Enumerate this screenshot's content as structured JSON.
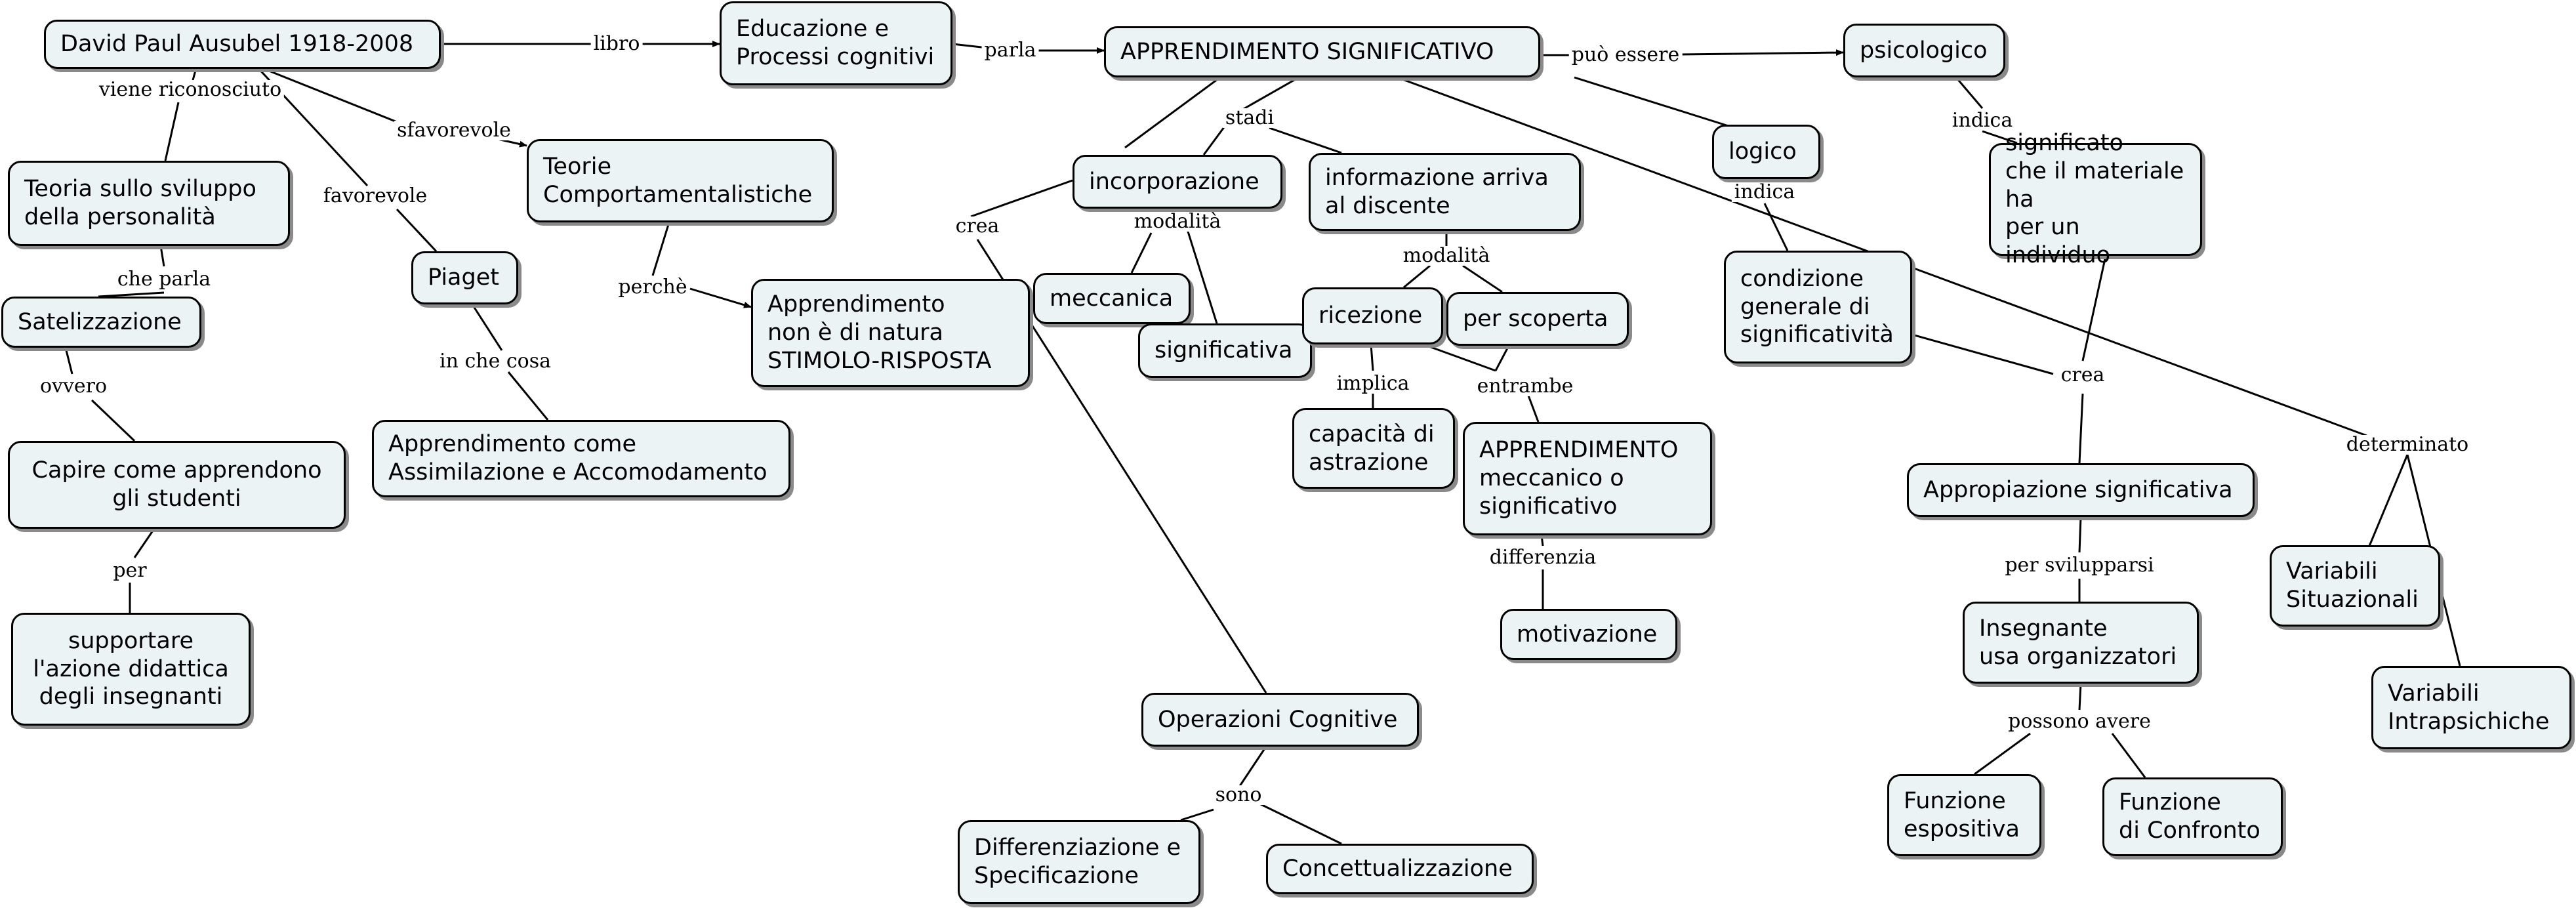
{
  "concepts": {
    "ausubel": "David Paul Ausubel 1918-2008",
    "educazione": "Educazione e\nProcessi cognitivi",
    "appr_sign": "APPRENDIMENTO SIGNIFICATIVO",
    "psicologico": "psicologico",
    "logico": "logico",
    "significato": "significato\nche il materiale ha\nper un individuo",
    "condizione": "condizione\ngenerale di\nsignificatività",
    "teoria_sviluppo": "Teoria sullo sviluppo\ndella personalità",
    "teorie_comp": "Teorie\nComportamentalistiche",
    "piaget": "Piaget",
    "satelizzazione": "Satelizzazione",
    "capire": "Capire come apprendono\ngli studenti",
    "supportare": "supportare\nl'azione didattica\ndegli insegnanti",
    "appr_assim": "Apprendimento come\nAssimilazione e Accomodamento",
    "appr_stimolo": "Apprendimento\nnon è di natura\nSTIMOLO-RISPOSTA",
    "incorporazione": "incorporazione",
    "informazione": "informazione arriva\nal discente",
    "meccanica": "meccanica",
    "significativa": "significativa",
    "ricezione": "ricezione",
    "per_scoperta": "per scoperta",
    "astrazione": "capacità di\nastrazione",
    "appr_mecc": "APPRENDIMENTO\nmeccanico o\nsignificativo",
    "motivazione": "motivazione",
    "operazioni": "Operazioni Cognitive",
    "differenziazione": "Differenziazione e\nSpecificazione",
    "concettualizzazione": "Concettualizzazione",
    "appropriazione": "Appropiazione significativa",
    "insegnante": "Insegnante\nusa organizzatori",
    "funz_espositiva": "Funzione\nespositiva",
    "funz_confronto": "Funzione\ndi Confronto",
    "var_situazionali": "Variabili\nSituazionali",
    "var_intrapsichiche": "Variabili\nIntrapsichiche"
  },
  "linking_phrases": {
    "libro": "libro",
    "parla": "parla",
    "puo_essere": "può essere",
    "viene_riconosciuto": "viene riconosciuto",
    "sfavorevole": "sfavorevole",
    "favorevole": "favorevole",
    "che_parla": "che parla",
    "ovvero": "ovvero",
    "per": "per",
    "in_che_cosa": "in che cosa",
    "perche": "perchè",
    "stadi": "stadi",
    "crea_left": "crea",
    "modalita_left": "modalità",
    "modalita_right": "modalità",
    "implica": "implica",
    "entrambe": "entrambe",
    "differenzia": "differenzia",
    "sono": "sono",
    "indica_psico": "indica",
    "indica_logico": "indica",
    "crea_right": "crea",
    "determinato": "determinato",
    "per_svilupparsi": "per svilupparsi",
    "possono_avere": "possono avere"
  },
  "colors": {
    "node_fill": "#ecf3f5",
    "node_border": "#000000",
    "node_shadow": "#8a8a8a",
    "edge": "#000000"
  }
}
